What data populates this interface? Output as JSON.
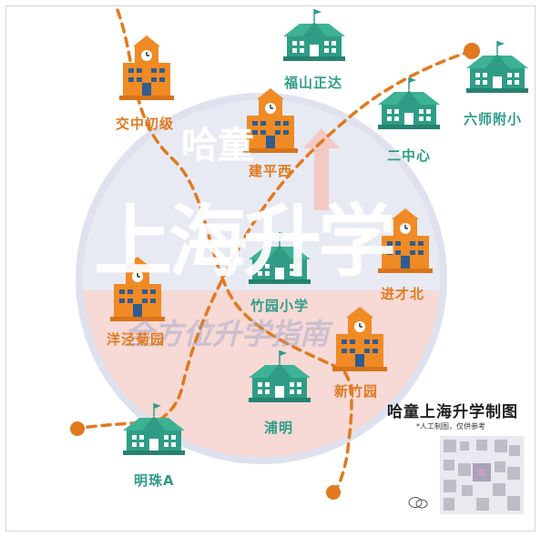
{
  "watermark": {
    "brand": "哈童",
    "main": "上海升学",
    "slogan": "全方位升学指南"
  },
  "map_title": "哈童上海升学制图",
  "map_note": "*人工制图，仅供参考",
  "colors": {
    "orange": "#e07a1e",
    "green": "#2f9d86",
    "route": "#e07a1e",
    "circle": "#e8eaf3",
    "pink": "#f7d9d5"
  },
  "schools": [
    {
      "name": "交中初级",
      "type": "orange",
      "icon": "school-building-icon"
    },
    {
      "name": "建平西",
      "type": "orange",
      "icon": "school-building-icon"
    },
    {
      "name": "福山正达",
      "type": "green",
      "icon": "school-building-icon"
    },
    {
      "name": "二中心",
      "type": "green",
      "icon": "school-building-icon"
    },
    {
      "name": "六师附小",
      "type": "green",
      "icon": "school-building-icon"
    },
    {
      "name": "进才北",
      "type": "orange",
      "icon": "school-building-icon"
    },
    {
      "name": "竹园小学",
      "type": "green",
      "icon": "school-building-icon"
    },
    {
      "name": "洋泾菊园",
      "type": "orange",
      "icon": "school-building-icon"
    },
    {
      "name": "新竹园",
      "type": "orange",
      "icon": "school-building-icon"
    },
    {
      "name": "浦明",
      "type": "green",
      "icon": "school-building-icon"
    },
    {
      "name": "明珠A",
      "type": "green",
      "icon": "school-building-icon"
    }
  ]
}
